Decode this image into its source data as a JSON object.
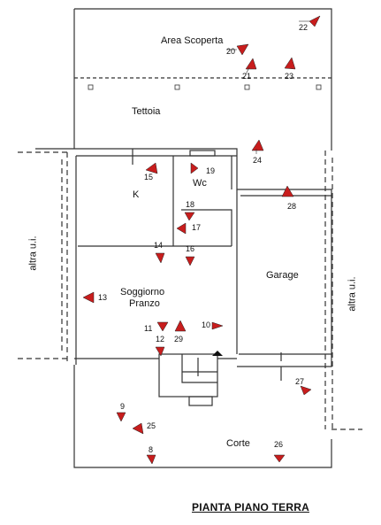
{
  "title": "PIANTA PIANO TERRA",
  "rooms": {
    "area_scoperta": "Area Scoperta",
    "tettoia": "Tettoia",
    "k": "K",
    "wc": "Wc",
    "soggiorno": "Soggiorno",
    "pranzo": "Pranzo",
    "garage": "Garage",
    "corte": "Corte",
    "altra_left": "altra u.i.",
    "altra_right": "altra u.i."
  },
  "photo_points": [
    "22",
    "20",
    "21",
    "23",
    "24",
    "15",
    "19",
    "28",
    "18",
    "17",
    "14",
    "16",
    "13",
    "11",
    "10",
    "12",
    "29",
    "27",
    "9",
    "25",
    "26",
    "8"
  ],
  "colors": {
    "marker": "#c81d1d",
    "wall": "#333333"
  }
}
